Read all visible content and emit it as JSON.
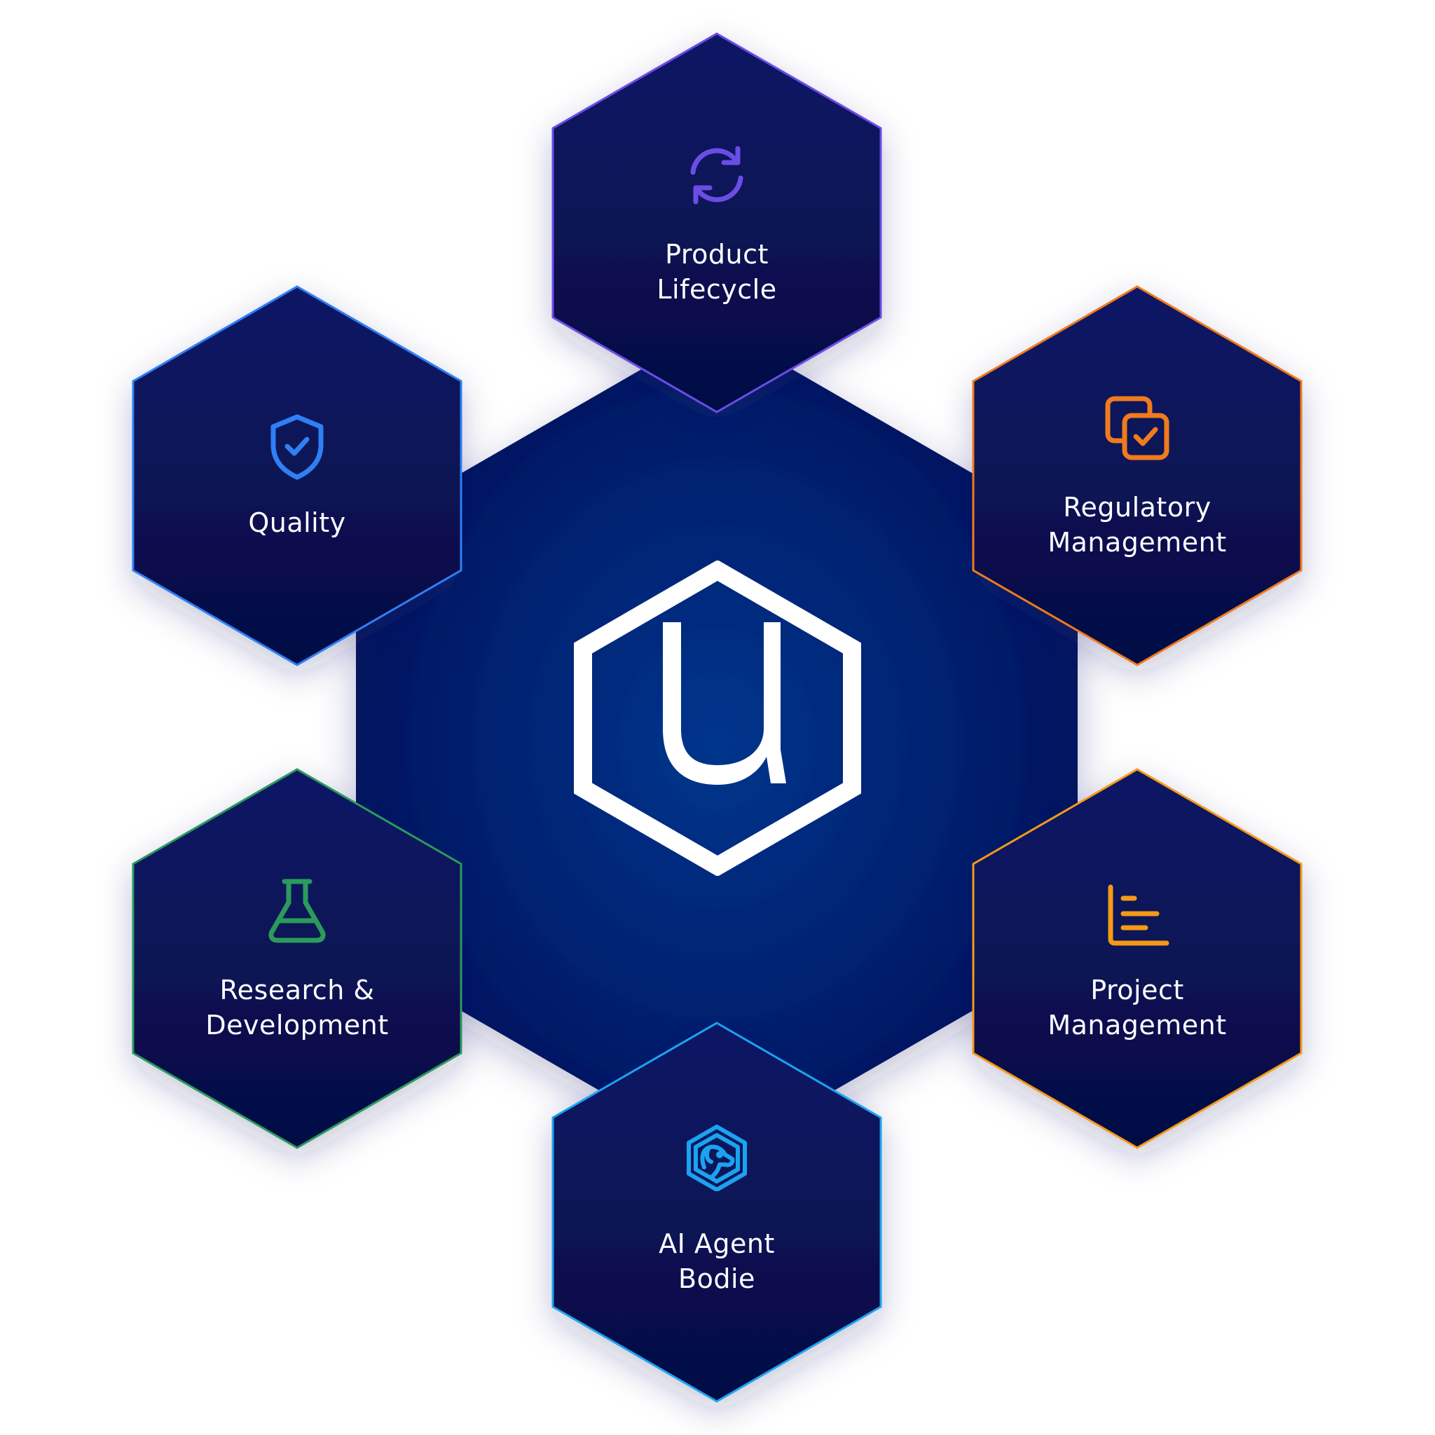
{
  "colors": {
    "background": "#ffffff",
    "hex_fill_top": "#0b1660",
    "hex_fill_bottom": "#050d45",
    "center_glow": "#03348a",
    "logo": "#ffffff",
    "label": "#ffffff"
  },
  "center": {
    "logo_icon": "u-logo-hexagon",
    "logo_letter": "u"
  },
  "modules": [
    {
      "id": "product-lifecycle",
      "line1": "Product",
      "line2": "Lifecycle",
      "icon": "refresh-cycle-icon",
      "accent": "#6b4de6"
    },
    {
      "id": "quality",
      "line1": "Quality",
      "line2": "",
      "icon": "shield-check-icon",
      "accent": "#2f7ff5"
    },
    {
      "id": "regulatory-management",
      "line1": "Regulatory",
      "line2": "Management",
      "icon": "copy-check-icon",
      "accent": "#f07a1e"
    },
    {
      "id": "research-development",
      "line1": "Research &",
      "line2": "Development",
      "icon": "flask-icon",
      "accent": "#2b9a5c"
    },
    {
      "id": "project-management",
      "line1": "Project",
      "line2": "Management",
      "icon": "bar-list-chart-icon",
      "accent": "#f59a16"
    },
    {
      "id": "ai-agent-bodie",
      "line1": "AI Agent",
      "line2": "Bodie",
      "icon": "dog-hexagon-icon",
      "accent": "#1aa3f0"
    }
  ]
}
